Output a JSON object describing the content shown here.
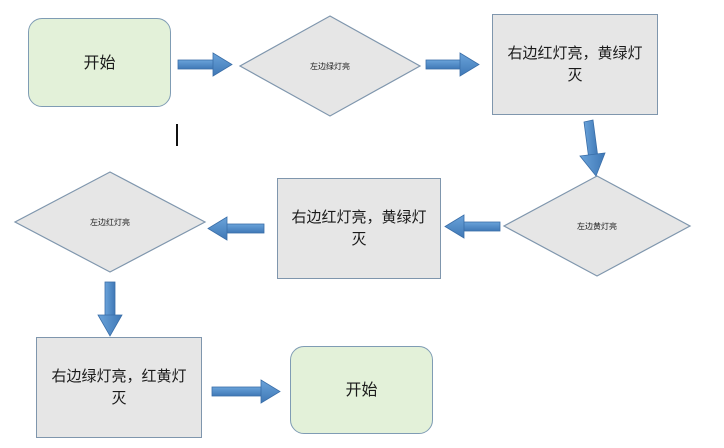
{
  "nodes": {
    "start_top": "开始",
    "decision_1": "左边绿灯亮",
    "process_1": "右边红灯亮，黄绿灯灭",
    "decision_2": "左边黄灯亮",
    "process_2": "右边红灯亮，黄绿灯灭",
    "decision_3": "左边红灯亮",
    "process_3": "右边绿灯亮，红黄灯灭",
    "start_bottom": "开始"
  },
  "colors": {
    "terminal_fill": "#e3f1d9",
    "process_fill": "#e6e6e6",
    "decision_fill": "#e6e6e6",
    "border": "#7f96ad",
    "arrow": "#4a86c5"
  }
}
